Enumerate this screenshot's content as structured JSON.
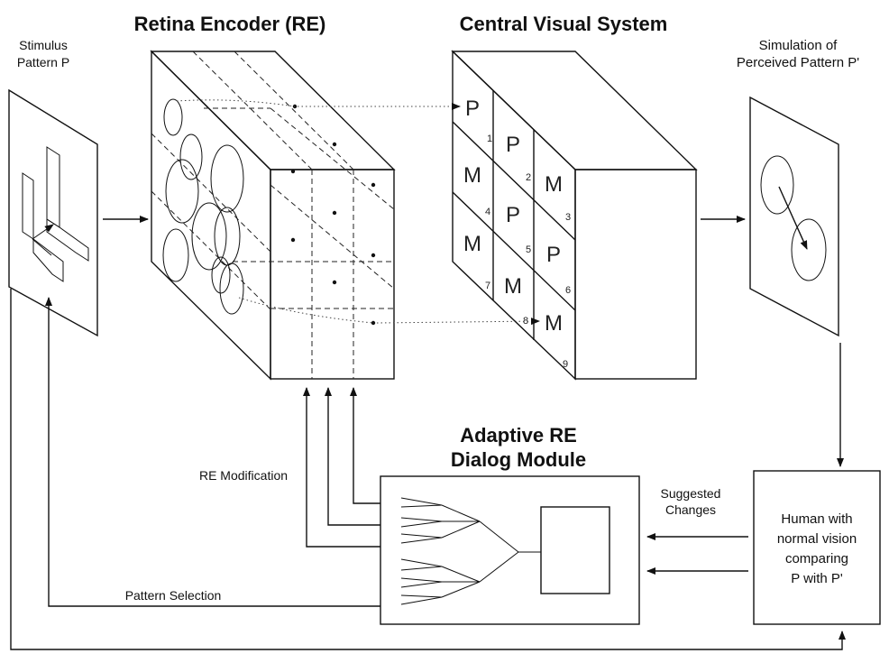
{
  "labels": {
    "stimulus_title": [
      "Stimulus",
      "Pattern P"
    ],
    "retina_encoder_title": "Retina Encoder  (RE)",
    "central_visual_title": "Central Visual System",
    "simulation_title": [
      "Simulation of",
      "Perceived Pattern P'"
    ],
    "adaptive_title": [
      "Adaptive RE",
      "Dialog Module"
    ],
    "re_modification": "RE Modification",
    "pattern_selection": "Pattern Selection",
    "suggested_changes": [
      "Suggested",
      "Changes"
    ],
    "human_box": [
      "Human with",
      "normal vision",
      "comparing",
      "P with P'"
    ]
  },
  "grid_cells": [
    {
      "letter": "P",
      "num": "1"
    },
    {
      "letter": "P",
      "num": "2"
    },
    {
      "letter": "M",
      "num": "3"
    },
    {
      "letter": "M",
      "num": "4"
    },
    {
      "letter": "P",
      "num": "5"
    },
    {
      "letter": "P",
      "num": "6"
    },
    {
      "letter": "M",
      "num": "7"
    },
    {
      "letter": "M",
      "num": "8"
    },
    {
      "letter": "M",
      "num": "9"
    }
  ],
  "colors": {
    "light_gray": "#c8c8c8",
    "dark_gray": "#7d7d7d",
    "mid_gray": "#9a9a9a"
  }
}
